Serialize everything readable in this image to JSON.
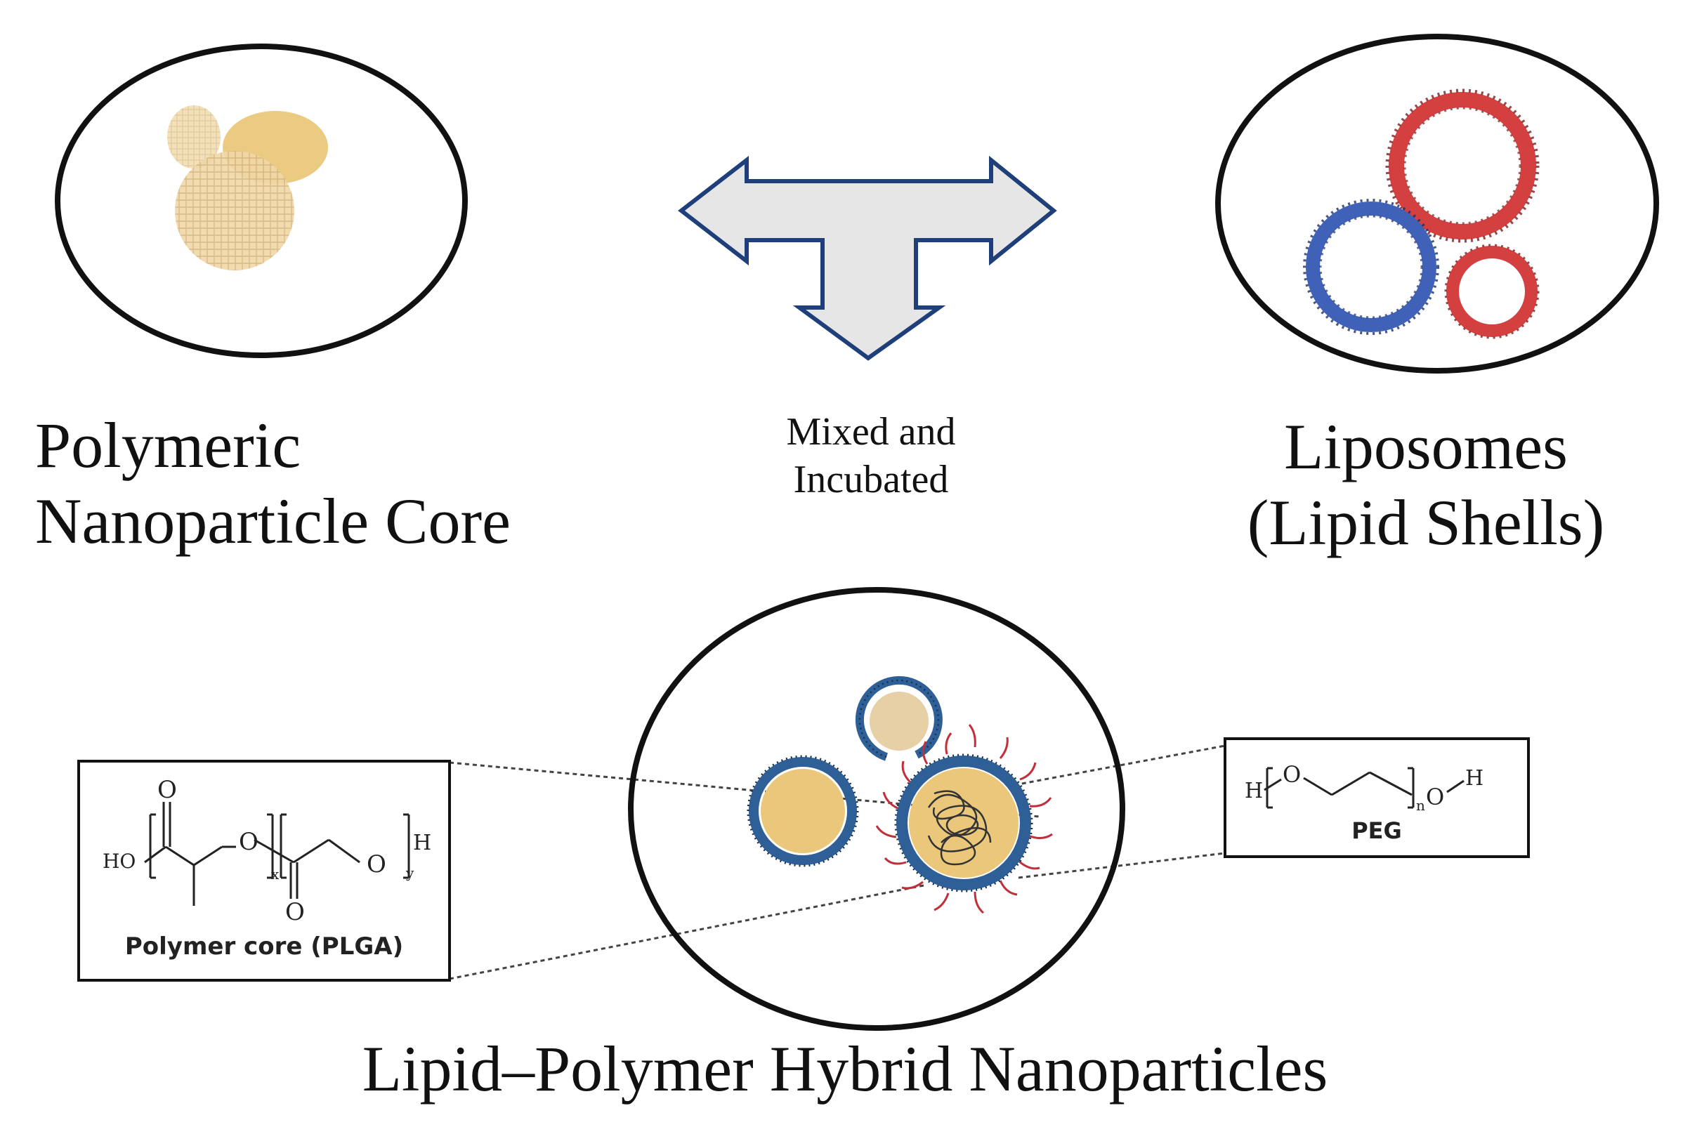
{
  "labels": {
    "polymeric_line1": "Polymeric",
    "polymeric_line2": "Nanoparticle Core",
    "mixed_line1": "Mixed and",
    "mixed_line2": "Incubated",
    "liposomes_line1": "Liposomes",
    "liposomes_line2": "(Lipid Shells)",
    "hybrid_title": "Lipid–Polymer Hybrid Nanoparticles"
  },
  "plga_box": {
    "caption": "Polymer core (PLGA)",
    "atoms": {
      "o_top": "O",
      "ho": "HO",
      "o_mid": "O",
      "o_bottom": "O",
      "o_right": "O",
      "h": "H",
      "x": "x",
      "y": "y"
    }
  },
  "peg_box": {
    "caption": "PEG",
    "atoms": {
      "h_left": "H",
      "o_left": "O",
      "n": "n",
      "o_right": "O",
      "h_right": "H"
    }
  },
  "colors": {
    "outline": "#111111",
    "arrow_stroke": "#1f3f7a",
    "arrow_fill": "#e6e6e6",
    "core_fill": "#eac77a",
    "liposome_red": "#d44040",
    "liposome_blue": "#3f62b8",
    "hybrid_shell_blue": "#2f5f97",
    "peg_red": "#c0303a"
  }
}
